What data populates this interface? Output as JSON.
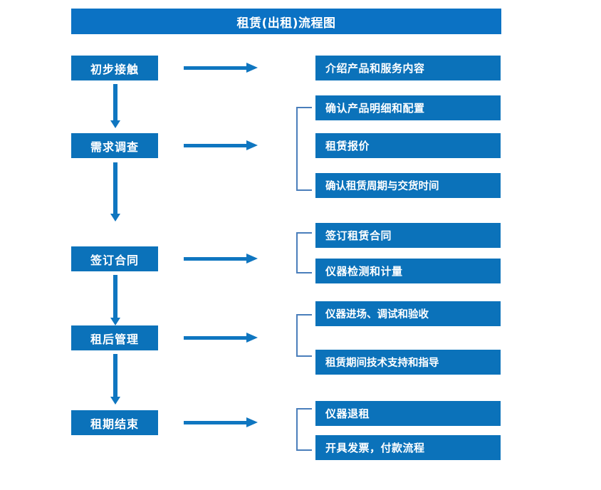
{
  "diagram": {
    "title": "租赁(出租)流程图",
    "colors": {
      "title_bar": "#0b72c4",
      "box_fill": "#0b72ba",
      "box_text": "#ffffff",
      "arrow": "#0f76c0",
      "bracket": "#4a7ebb",
      "background": "#ffffff"
    },
    "stages": [
      {
        "label": "初步接触"
      },
      {
        "label": "需求调查"
      },
      {
        "label": "签订合同"
      },
      {
        "label": "租后管理"
      },
      {
        "label": "租期结束"
      }
    ],
    "tasks": [
      {
        "label": "介绍产品和服务内容"
      },
      {
        "label": "确认产品明细和配置"
      },
      {
        "label": "租赁报价"
      },
      {
        "label": "确认租赁周期与交货时间"
      },
      {
        "label": "签订租赁合同"
      },
      {
        "label": "仪器检测和计量"
      },
      {
        "label": "仪器进场、调试和验收"
      },
      {
        "label": "租赁期间技术支持和指导"
      },
      {
        "label": "仪器退租"
      },
      {
        "label": "开具发票，付款流程"
      }
    ]
  }
}
